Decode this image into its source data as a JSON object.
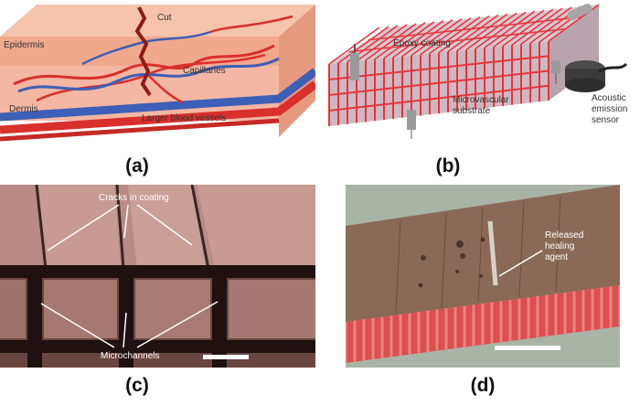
{
  "panel_a": {
    "caption": "(a)",
    "labels": {
      "cut": "Cut",
      "epidermis": "Epidermis",
      "capillaries": "Capillaries",
      "dermis": "Dermis",
      "vessels": "Larger blood vessels"
    }
  },
  "panel_b": {
    "caption": "(b)",
    "labels": {
      "epoxy": "Epoxy coating",
      "substrate_1": "Microvascular",
      "substrate_2": "substrate",
      "sensor_1": "Acoustic",
      "sensor_2": "emission",
      "sensor_3": "sensor"
    }
  },
  "panel_c": {
    "caption": "(c)",
    "labels": {
      "cracks": "Cracks in coating",
      "channels": "Microchannels"
    }
  },
  "panel_d": {
    "caption": "(d)",
    "labels": {
      "agent_1": "Released",
      "agent_2": "healing",
      "agent_3": "agent"
    }
  },
  "colors": {
    "epidermis": "#f1a98d",
    "dermis": "#f3b7a3",
    "artery": "#d9302b",
    "vein": "#3d5fb6",
    "channel_red": "#e8343a",
    "micro_bg": "#5a3a35"
  }
}
